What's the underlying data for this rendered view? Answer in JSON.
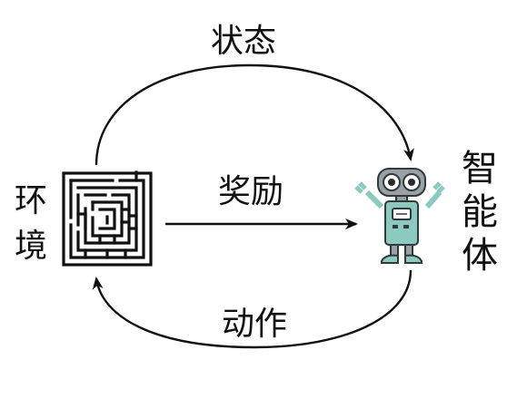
{
  "labels": {
    "state": "状态",
    "reward": "奖励",
    "action": "动作",
    "environment": [
      "环",
      "境"
    ],
    "agent": [
      "智",
      "能",
      "体"
    ]
  },
  "colors": {
    "stroke": "#111111",
    "robot_body": "#8cc9bf",
    "robot_head": "#9aa0a6",
    "robot_eye": "#ffffff",
    "robot_pupil": "#2a2a2a",
    "robot_outline": "#2f3a3a"
  },
  "icons": {
    "environment": "maze-icon",
    "agent": "robot-icon"
  }
}
